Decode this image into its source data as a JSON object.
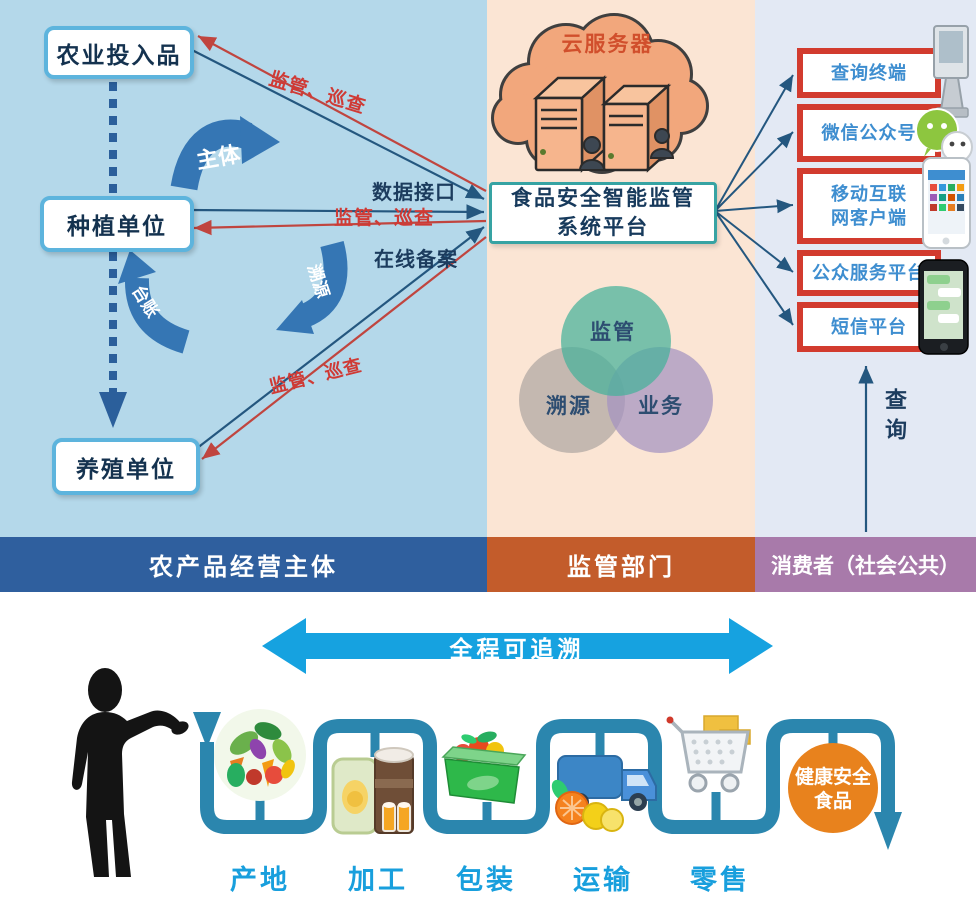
{
  "banners": {
    "left": "农产品经营主体",
    "middle": "监管部门",
    "right": "消费者（社会公共）"
  },
  "left_column": {
    "boxes": [
      {
        "label": "农业投入品"
      },
      {
        "label": "种植单位"
      },
      {
        "label": "养殖单位"
      }
    ],
    "flow_arrows": {
      "subject": "主体",
      "ledger": "台账",
      "trace": "溯源"
    },
    "labels": {
      "supervision_top": "监管、巡查",
      "supervision_mid": "监管、巡查",
      "supervision_bottom": "监管、巡查",
      "data_interface": "数据接口",
      "online_record": "在线备案"
    }
  },
  "middle_column": {
    "cloud_label": "云服务器",
    "platform": {
      "line1": "食品安全智能监管",
      "line2": "系统平台"
    },
    "venn": [
      {
        "label": "监管",
        "color": "#45b29a"
      },
      {
        "label": "溯源",
        "color": "#b7aca6"
      },
      {
        "label": "业务",
        "color": "#a393c0"
      }
    ]
  },
  "right_column": {
    "boxes": [
      {
        "line1": "查询终端",
        "line2": ""
      },
      {
        "line1": "微信公众号",
        "line2": ""
      },
      {
        "line1": "移动互联",
        "line2": "网客户端"
      },
      {
        "line1": "公众服务平台",
        "line2": ""
      },
      {
        "line1": "短信平台",
        "line2": ""
      }
    ],
    "query_label": "查询"
  },
  "bottom": {
    "trace_banner": "全程可追溯",
    "steps": [
      {
        "label": "产地"
      },
      {
        "label": "加工"
      },
      {
        "label": "包装"
      },
      {
        "label": "运输"
      },
      {
        "label": "零售"
      }
    ],
    "result": {
      "line1": "健康安全",
      "line2": "食品"
    }
  },
  "colors": {
    "left_bg": "#b4d8ea",
    "middle_bg": "#fbe5d4",
    "right_bg": "#e3e9f4",
    "banner_blue": "#2f5f9e",
    "banner_orange": "#c35c2b",
    "banner_purple": "#a87aaa",
    "red_frame": "#d23b2e",
    "red_line": "#c0453f",
    "navy_line": "#24577f",
    "curved_arrow_blue": "#3f86bf",
    "trace_cyan": "#16a2e0",
    "pipe_blue": "#2b86ae",
    "result_orange": "#e8821d",
    "cloud_orange": "#f2a77c",
    "step_label_blue": "#189fdd"
  }
}
